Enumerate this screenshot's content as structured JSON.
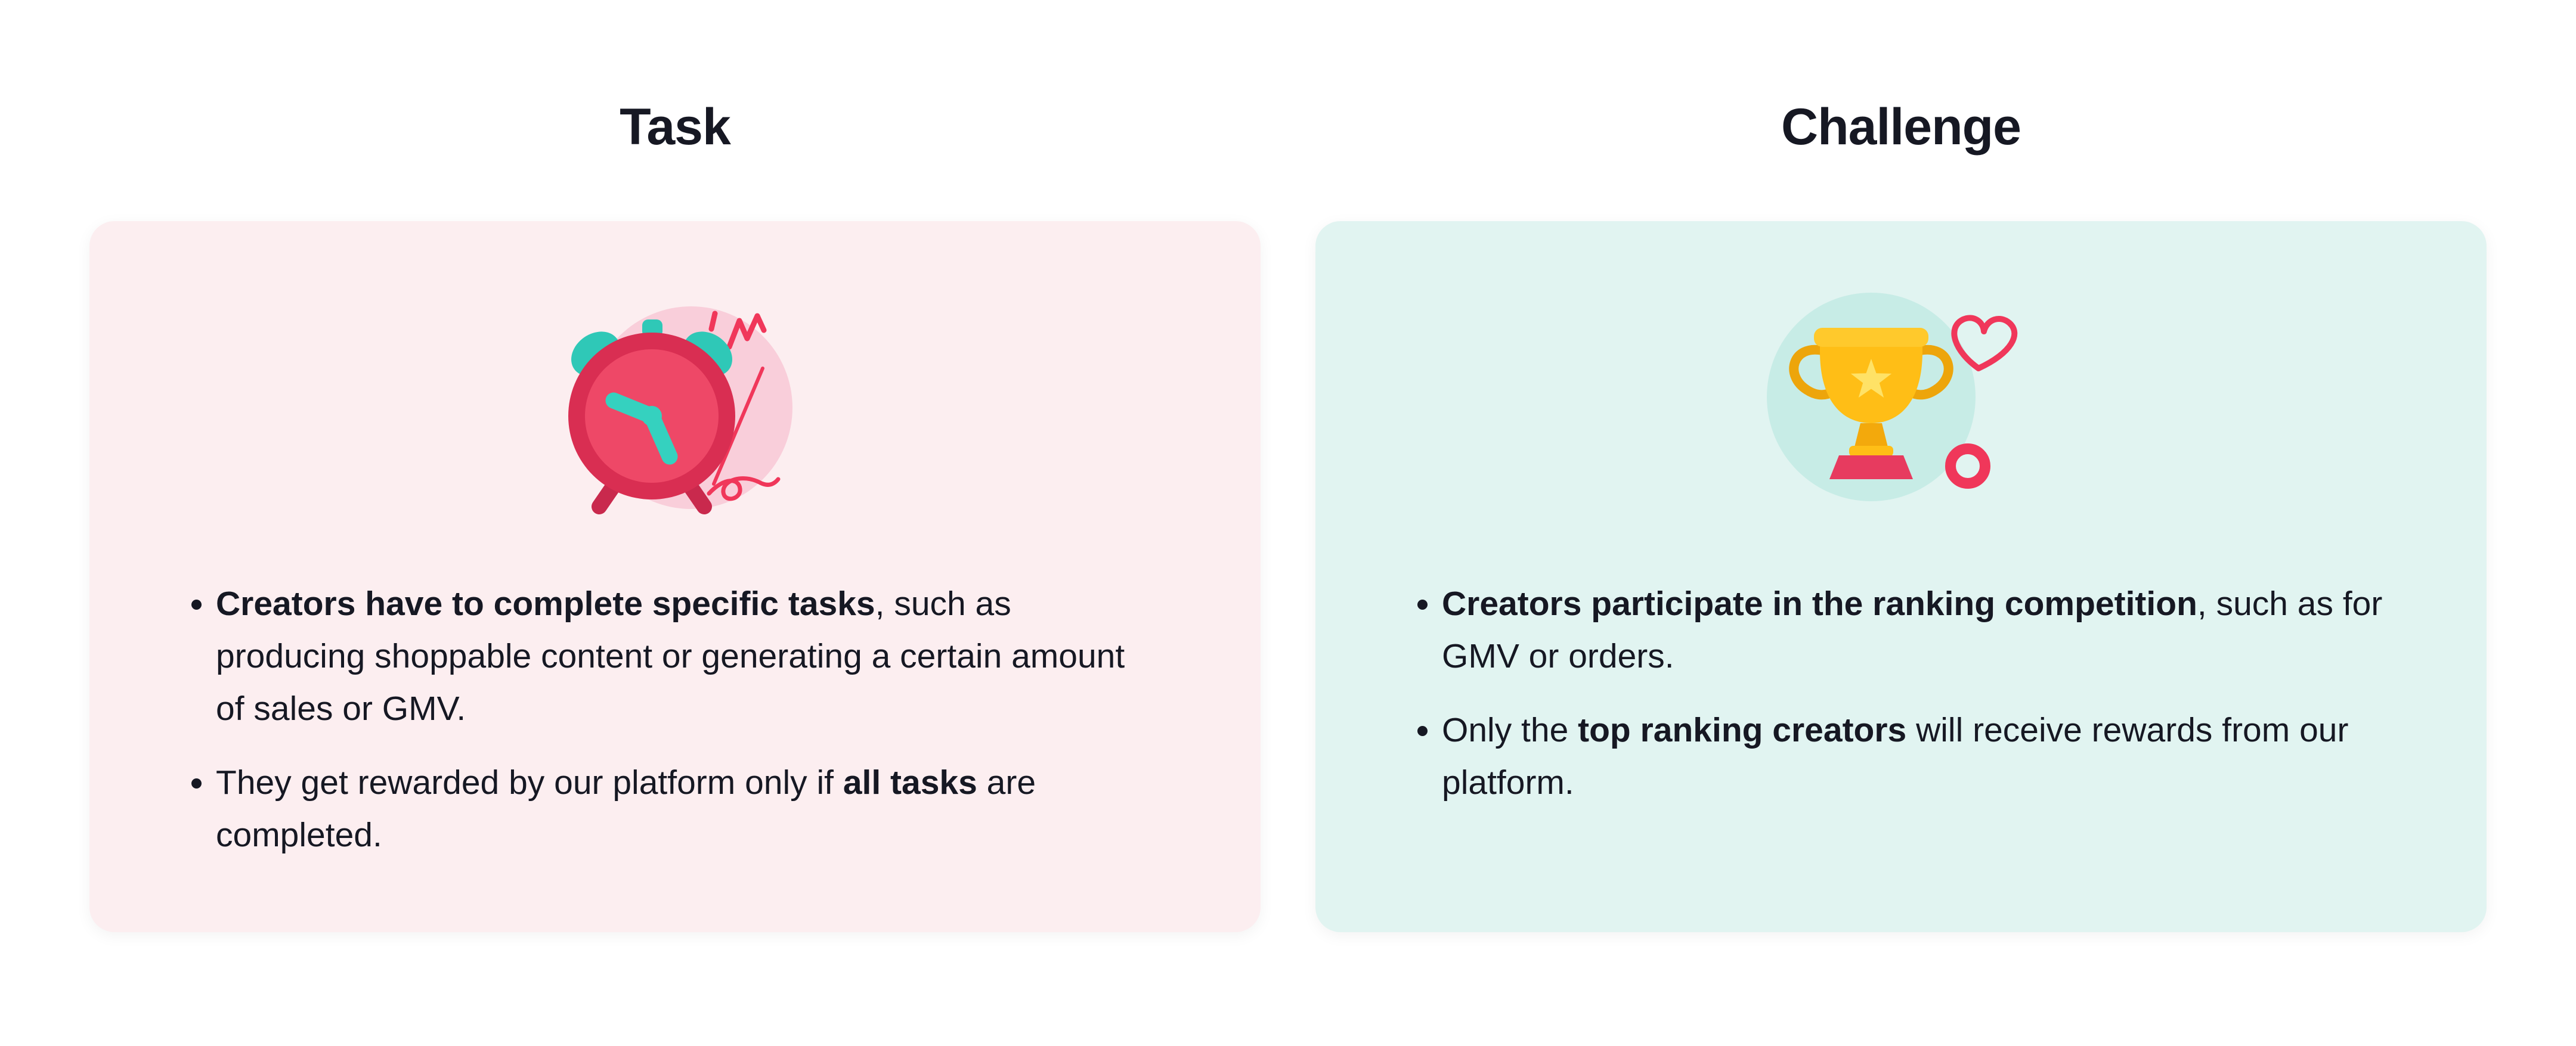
{
  "page": {
    "background": "#ffffff",
    "text_color": "#161823"
  },
  "colors": {
    "task_card_bg": "#fceef0",
    "challenge_card_bg": "#e1f4f1",
    "doodle_red": "#f0375a",
    "clock_red": "#e63b5e",
    "clock_teal": "#35d1bf",
    "clock_blob_pink": "#f9ceda",
    "trophy_gold": "#ffbe16",
    "trophy_gold_dark": "#eda50b",
    "trophy_star_yellow": "#ffe266",
    "trophy_base_red": "#e73b5f",
    "trophy_blob_teal": "#c7ece6"
  },
  "columns": [
    {
      "title": "Task",
      "card_bg": "#fceef0",
      "icon": "alarm-clock-illustration",
      "bullets": [
        {
          "segments": [
            {
              "text": "Creators have to complete specific tasks",
              "bold": true
            },
            {
              "text": ", such as producing shoppable content or generating a certain amount of sales or GMV.",
              "bold": false
            }
          ]
        },
        {
          "segments": [
            {
              "text": "They get rewarded by our platform only if ",
              "bold": false
            },
            {
              "text": "all tasks",
              "bold": true
            },
            {
              "text": " are completed.",
              "bold": false
            }
          ]
        }
      ]
    },
    {
      "title": "Challenge",
      "card_bg": "#e1f4f1",
      "icon": "trophy-illustration",
      "bullets": [
        {
          "segments": [
            {
              "text": "Creators participate in the ranking competition",
              "bold": true
            },
            {
              "text": ", such as for GMV or orders.",
              "bold": false
            }
          ]
        },
        {
          "segments": [
            {
              "text": "Only the ",
              "bold": false
            },
            {
              "text": "top ranking creators",
              "bold": true
            },
            {
              "text": " will receive rewards from our platform.",
              "bold": false
            }
          ]
        }
      ]
    }
  ]
}
